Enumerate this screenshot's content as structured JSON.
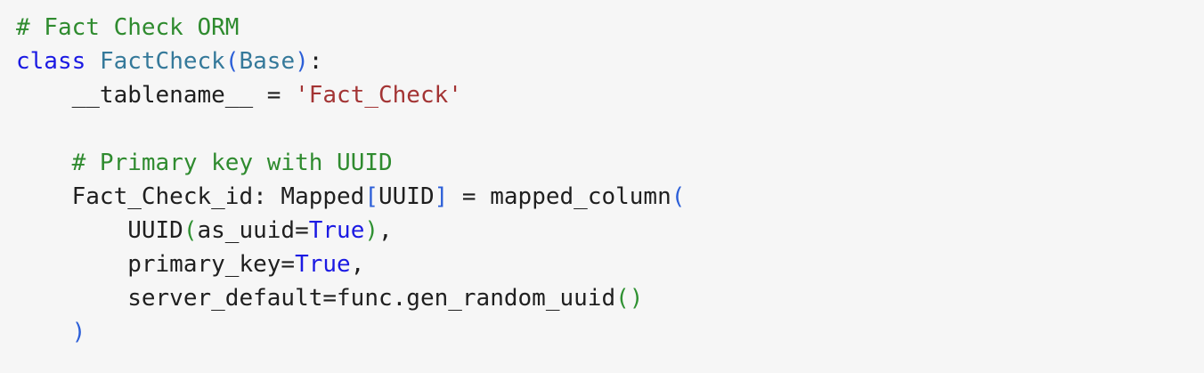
{
  "app": {
    "kind": "code-snippet-view",
    "background_color": "#f6f6f6"
  },
  "colors": {
    "default_text": "#1f1f1f",
    "comment": "#2f8b2f",
    "keyword": "#1b1ae3",
    "class_name": "#35799a",
    "string": "#a33434",
    "bracket_depth1": "#2c5fd8",
    "bracket_depth2": "#2f9132"
  },
  "code_block": {
    "language": "python",
    "lines": [
      {
        "tokens": [
          {
            "text": "# Fact Check ORM",
            "type": "comment"
          }
        ]
      },
      {
        "tokens": [
          {
            "text": "class",
            "type": "keyword"
          },
          {
            "text": " ",
            "type": "default"
          },
          {
            "text": "FactCheck",
            "type": "class"
          },
          {
            "text": "(",
            "type": "bracket1"
          },
          {
            "text": "Base",
            "type": "class"
          },
          {
            "text": ")",
            "type": "bracket1"
          },
          {
            "text": ":",
            "type": "default"
          }
        ]
      },
      {
        "tokens": [
          {
            "text": "    __tablename__ = ",
            "type": "default"
          },
          {
            "text": "'Fact_Check'",
            "type": "string"
          }
        ]
      },
      {
        "tokens": []
      },
      {
        "tokens": [
          {
            "text": "    ",
            "type": "default"
          },
          {
            "text": "# Primary key with UUID",
            "type": "comment"
          }
        ]
      },
      {
        "tokens": [
          {
            "text": "    Fact_Check_id: Mapped",
            "type": "default"
          },
          {
            "text": "[",
            "type": "bracket1"
          },
          {
            "text": "UUID",
            "type": "default"
          },
          {
            "text": "]",
            "type": "bracket1"
          },
          {
            "text": " = mapped_column",
            "type": "default"
          },
          {
            "text": "(",
            "type": "bracket1"
          }
        ]
      },
      {
        "tokens": [
          {
            "text": "        UUID",
            "type": "default"
          },
          {
            "text": "(",
            "type": "bracket2"
          },
          {
            "text": "as_uuid=",
            "type": "default"
          },
          {
            "text": "True",
            "type": "keyword"
          },
          {
            "text": ")",
            "type": "bracket2"
          },
          {
            "text": ",",
            "type": "default"
          }
        ]
      },
      {
        "tokens": [
          {
            "text": "        primary_key=",
            "type": "default"
          },
          {
            "text": "True",
            "type": "keyword"
          },
          {
            "text": ",",
            "type": "default"
          }
        ]
      },
      {
        "tokens": [
          {
            "text": "        server_default=func.gen_random_uuid",
            "type": "default"
          },
          {
            "text": "(",
            "type": "bracket2"
          },
          {
            "text": ")",
            "type": "bracket2"
          }
        ]
      },
      {
        "tokens": [
          {
            "text": "    ",
            "type": "default"
          },
          {
            "text": ")",
            "type": "bracket1"
          }
        ]
      }
    ]
  }
}
